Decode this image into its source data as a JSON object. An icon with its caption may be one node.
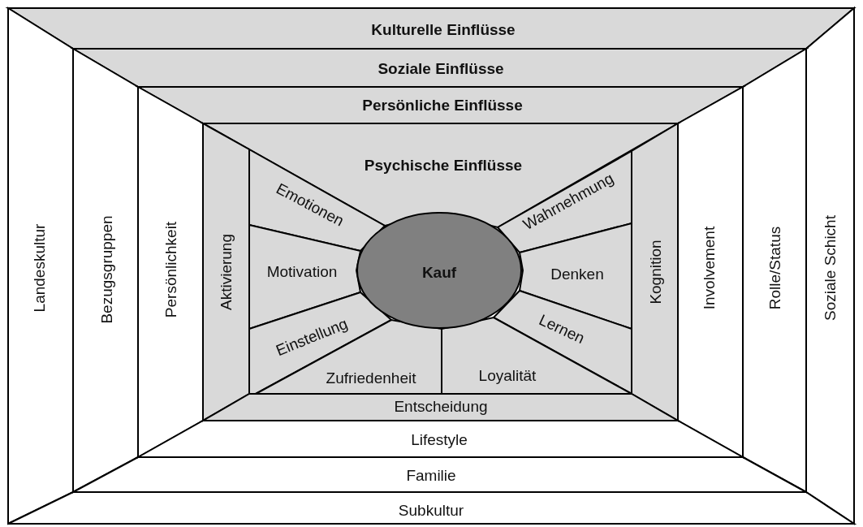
{
  "diagram": {
    "nodes": [
      {
        "text": [
          "Kulturelle Einflüsse"
        ]
      },
      {
        "text": [
          "Landeskultur"
        ]
      },
      {
        "text": [
          "Soziale Schicht"
        ]
      },
      {
        "text": [
          "Subkultur"
        ]
      },
      {
        "text": [
          "Soziale Einflüsse"
        ]
      },
      {
        "text": [
          "Bezugsgruppen"
        ]
      },
      {
        "text": [
          "Rolle/Status"
        ]
      },
      {
        "text": [
          "Familie"
        ]
      },
      {
        "text": [
          "Persönliche Einflüsse"
        ]
      },
      {
        "text": [
          "Persönlichkeit"
        ]
      },
      {
        "text": [
          "Involvement"
        ]
      },
      {
        "text": [
          "Lifestyle"
        ]
      },
      {
        "text": [
          "Psychische Einflüsse"
        ]
      },
      {
        "text": [
          "Aktivierung"
        ]
      },
      {
        "text": [
          "Kognition"
        ]
      },
      {
        "text": [
          "Emotionen"
        ]
      },
      {
        "text": [
          "Wahrnehmung"
        ]
      },
      {
        "text": [
          "Motivation"
        ]
      },
      {
        "text": [
          "Denken"
        ]
      },
      {
        "text": [
          "Einstellung"
        ]
      },
      {
        "text": [
          "Lernen"
        ]
      },
      {
        "text": [
          "Zufriedenheit"
        ]
      },
      {
        "text": [
          "Loyalität"
        ]
      },
      {
        "text": [
          "Entscheidung"
        ]
      },
      {
        "text": [
          "Kauf"
        ]
      }
    ]
  }
}
